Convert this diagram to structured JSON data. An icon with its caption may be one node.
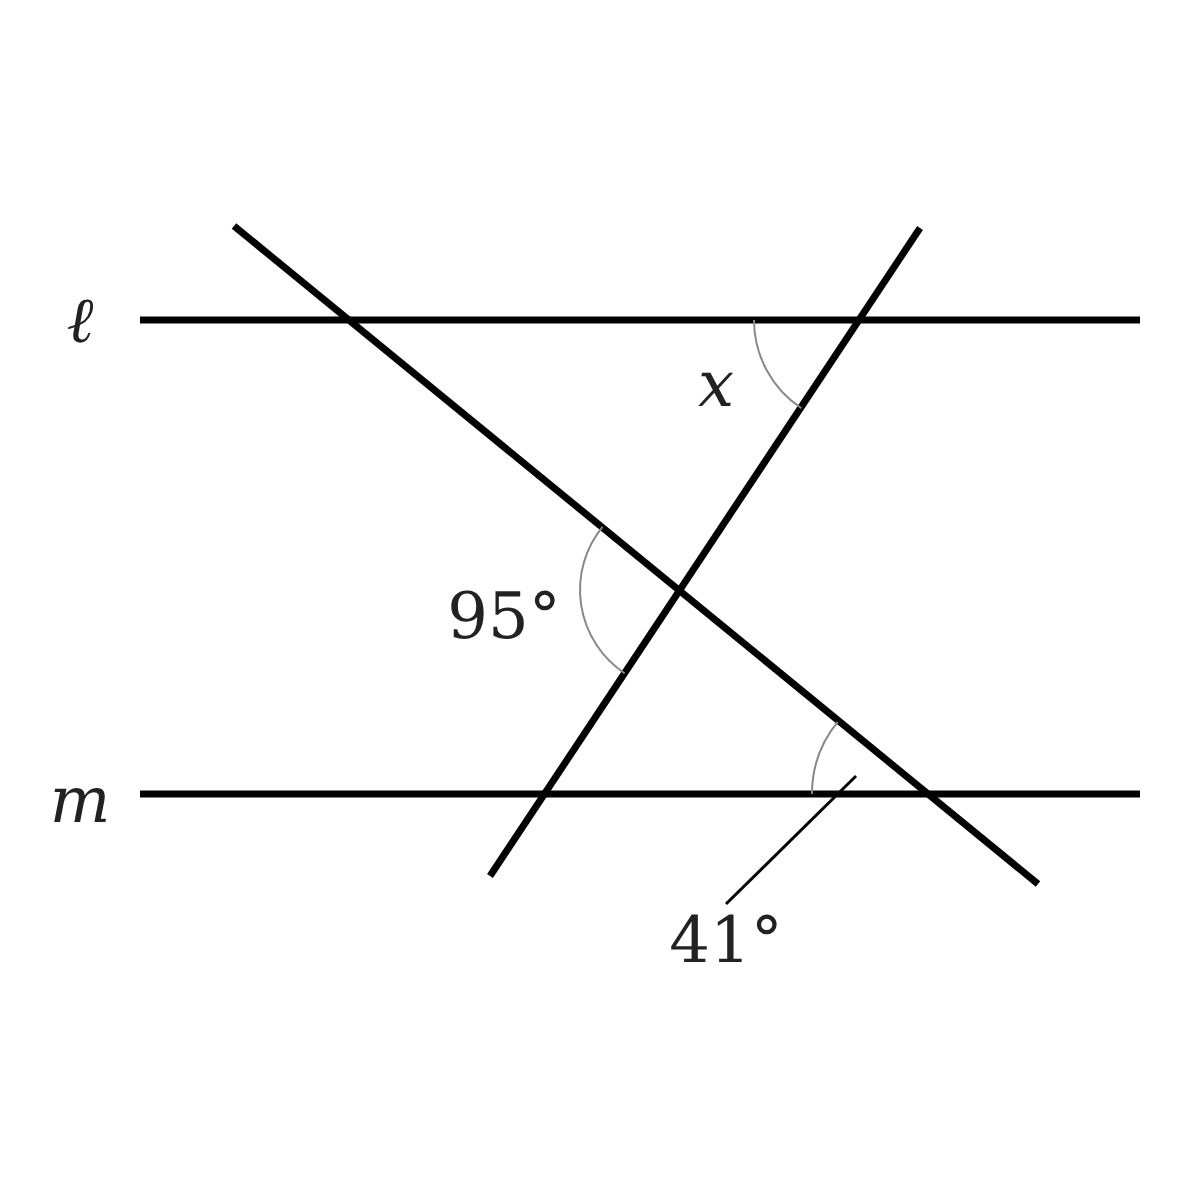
{
  "diagram": {
    "nodes": [
      {
        "text": [
          "41°"
        ]
      },
      {
        "text": [],
        "shape": "arc"
      }
    ],
    "edges": [
      {
        "from": 0,
        "to": 1,
        "arrow": "none"
      }
    ],
    "labels": [
      "ℓ",
      "x",
      "95°",
      "m"
    ]
  }
}
